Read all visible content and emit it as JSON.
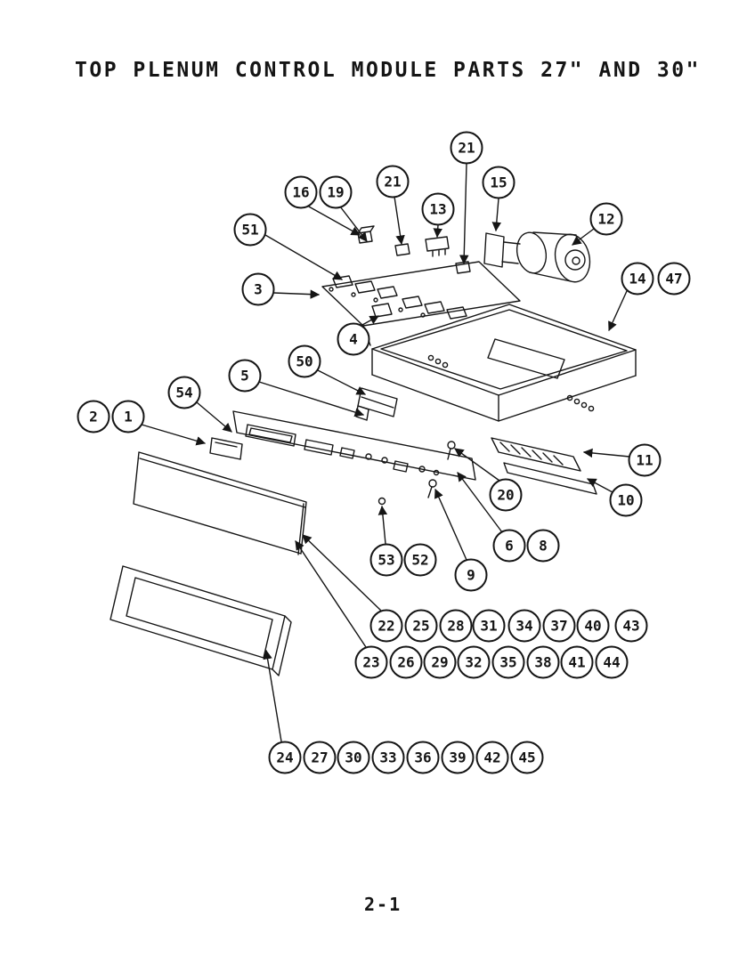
{
  "title": "TOP PLENUM CONTROL MODULE PARTS 27\" AND 30\"",
  "page_number": "2-1",
  "colors": {
    "ink": "#151515",
    "paper": "#ffffff"
  },
  "callouts": [
    {
      "label": "21"
    },
    {
      "label": "16"
    },
    {
      "label": "19"
    },
    {
      "label": "21"
    },
    {
      "label": "13"
    },
    {
      "label": "15"
    },
    {
      "label": "12"
    },
    {
      "label": "51"
    },
    {
      "label": "3"
    },
    {
      "label": "4"
    },
    {
      "label": "14"
    },
    {
      "label": "47"
    },
    {
      "label": "50"
    },
    {
      "label": "5"
    },
    {
      "label": "54"
    },
    {
      "label": "2"
    },
    {
      "label": "1"
    },
    {
      "label": "11"
    },
    {
      "label": "10"
    },
    {
      "label": "20"
    },
    {
      "label": "6"
    },
    {
      "label": "8"
    },
    {
      "label": "9"
    },
    {
      "label": "53"
    },
    {
      "label": "52"
    },
    {
      "label": "22"
    },
    {
      "label": "25"
    },
    {
      "label": "28"
    },
    {
      "label": "31"
    },
    {
      "label": "34"
    },
    {
      "label": "37"
    },
    {
      "label": "40"
    },
    {
      "label": "43"
    },
    {
      "label": "23"
    },
    {
      "label": "26"
    },
    {
      "label": "29"
    },
    {
      "label": "32"
    },
    {
      "label": "35"
    },
    {
      "label": "38"
    },
    {
      "label": "41"
    },
    {
      "label": "44"
    },
    {
      "label": "24"
    },
    {
      "label": "27"
    },
    {
      "label": "30"
    },
    {
      "label": "33"
    },
    {
      "label": "36"
    },
    {
      "label": "39"
    },
    {
      "label": "42"
    },
    {
      "label": "45"
    }
  ]
}
